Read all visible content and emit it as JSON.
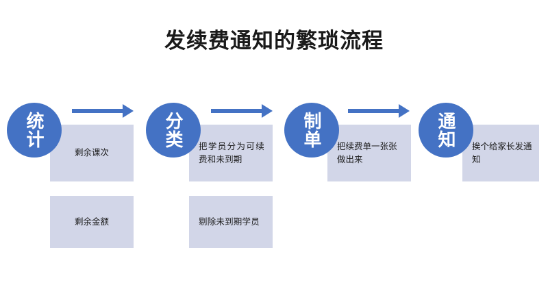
{
  "slide": {
    "title": "发续费通知的繁琐流程",
    "colors": {
      "circle_fill": "#4472C4",
      "box_fill": "#D2D6E8",
      "arrow": "#4472C4",
      "title_text": "#1A1A1A",
      "circle_text": "#FFFFFF",
      "box_text": "#1C1C1C",
      "background": "#FFFFFF"
    }
  },
  "stages": [
    {
      "label": "统计",
      "notes": [
        "剩余课次",
        "剩余金额"
      ]
    },
    {
      "label": "分类",
      "notes": [
        "把学员分为可续费和未到期",
        "剔除未到期学员"
      ]
    },
    {
      "label": "制单",
      "notes": [
        "把续费单一张张做出来"
      ]
    },
    {
      "label": "通知",
      "notes": [
        "挨个给家长发通知"
      ]
    }
  ],
  "arrows": [
    {
      "name": "arrow-stage1-to-stage2"
    },
    {
      "name": "arrow-stage2-to-stage3"
    },
    {
      "name": "arrow-stage3-to-stage4"
    }
  ]
}
